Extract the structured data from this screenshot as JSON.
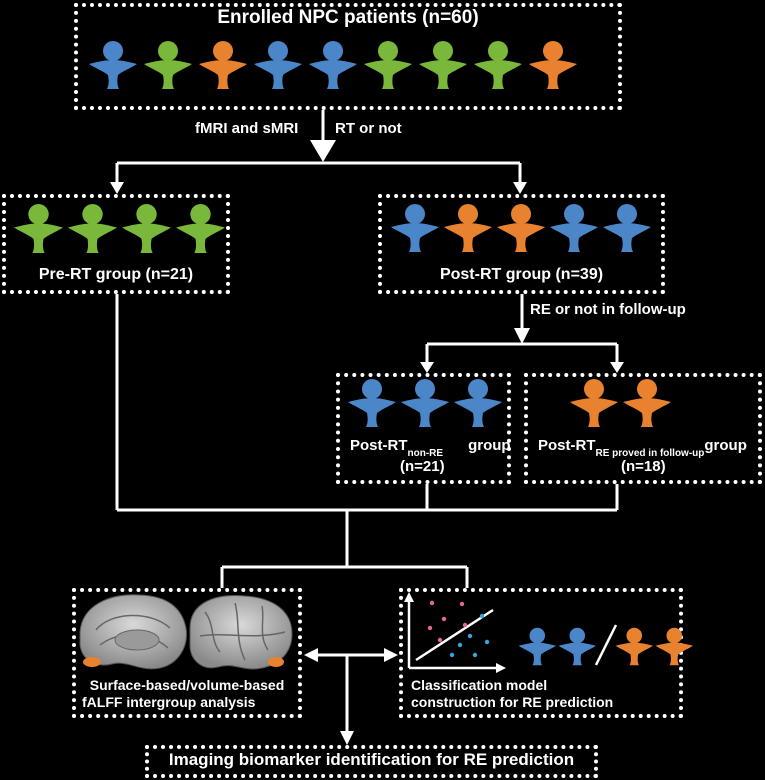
{
  "title": "Enrolled NPC patients (n=60)",
  "top_row": [
    "blue",
    "green",
    "orange",
    "blue",
    "blue",
    "green",
    "green",
    "green",
    "orange"
  ],
  "arrow1": {
    "left": "fMRI and sMRI",
    "right": "RT or not"
  },
  "pre": {
    "label": "Pre-RT group (n=21)",
    "row": [
      "green",
      "green",
      "green",
      "green"
    ]
  },
  "post": {
    "label": "Post-RT group (n=39)",
    "row": [
      "blue",
      "orange",
      "orange",
      "blue",
      "blue"
    ]
  },
  "arrow2": {
    "label": "RE or not in follow-up"
  },
  "nonre": {
    "main": "Post-RT",
    "sub": "non-RE",
    "tail": "group",
    "n": "(n=21)",
    "row": [
      "blue",
      "blue",
      "blue"
    ]
  },
  "re": {
    "main": "Post-RT",
    "sub": "RE proved in follow-up",
    "tail": "group",
    "n": "(n=18)",
    "row": [
      "orange",
      "orange"
    ]
  },
  "analysis": {
    "line1": "Surface-based/volume-based",
    "line2": "fALFF intergroup analysis"
  },
  "classification": {
    "line1": "Classification model",
    "line2": "construction for RE prediction"
  },
  "bottom": "Imaging biomarker identification for RE prediction",
  "colors": {
    "blue": "#4a86c8",
    "green": "#79b83a",
    "orange": "#e8822e"
  }
}
